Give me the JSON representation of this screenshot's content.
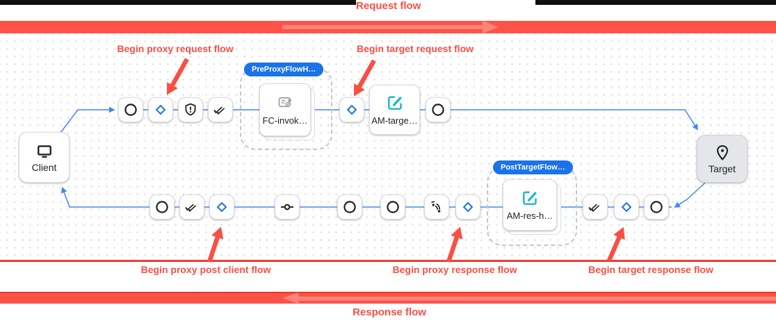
{
  "colors": {
    "annotation_red": "#ff5246",
    "flow_edge_blue": "#4285f4",
    "badge_blue": "#1a73e8",
    "policy_teal": "#12b5cb",
    "target_fill_gray": "#e4e6e9"
  },
  "banners": {
    "request_label": "Request flow",
    "response_label": "Response flow"
  },
  "callouts": [
    {
      "label": "Begin proxy request flow"
    },
    {
      "label": "Begin target request flow"
    },
    {
      "label": "Begin proxy post client flow"
    },
    {
      "label": "Begin proxy response flow"
    },
    {
      "label": "Begin target response flow"
    }
  ],
  "canvas": {
    "client": {
      "label": "Client",
      "icon": "monitor-icon"
    },
    "target": {
      "label": "Target",
      "icon": "location-pin-icon"
    },
    "request_flow": {
      "direction": "left-to-right",
      "steps": [
        "circle-icon",
        "flow-diamond-icon",
        "shield-alert-icon",
        "double-check-icon"
      ],
      "pre_proxy_group": {
        "badge": "PreProxyFlowH…",
        "policy": {
          "label": "FC-invok…",
          "icon": "flow-callout-icon"
        }
      },
      "after_group_steps": [
        "flow-diamond-icon"
      ],
      "policy": {
        "label": "AM-targe…",
        "icon": "edit-square-icon"
      },
      "end_steps": [
        "circle-icon"
      ]
    },
    "response_flow": {
      "direction": "right-to-left",
      "steps_left_to_right": [
        "circle-icon",
        "double-check-icon",
        "flow-diamond-icon",
        "commit-icon",
        "circle-icon",
        "circle-icon",
        "sensors-icon",
        "flow-diamond-icon"
      ],
      "post_target_group": {
        "badge": "PostTargetFlow…",
        "policy": {
          "label": "AM-res-h…",
          "icon": "edit-square-icon"
        }
      },
      "after_group_steps": [
        "double-check-icon",
        "flow-diamond-icon",
        "circle-icon"
      ]
    }
  }
}
